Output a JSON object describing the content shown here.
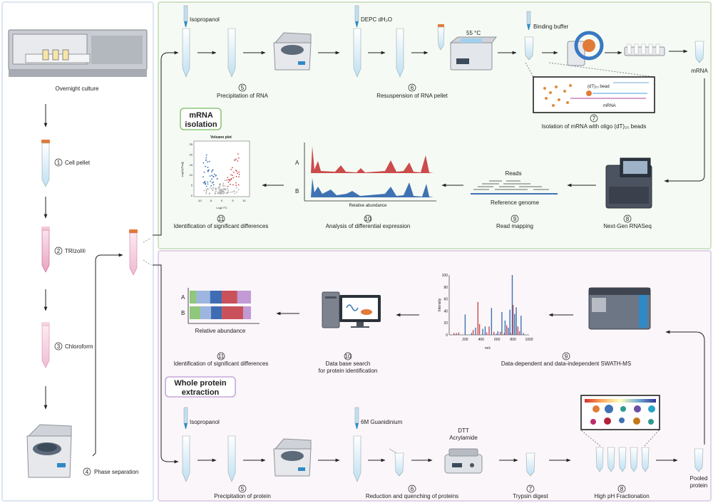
{
  "colors": {
    "mrna_panel_border": "#cfe3c6",
    "mrna_panel_bg": "#f5fbf4",
    "protein_panel_border": "#ded3ea",
    "protein_panel_bg": "#fbf6f9",
    "left_panel_border": "#dde6f2",
    "series_a": "#cc4b4b",
    "series_b": "#3e72b3",
    "tube": "#bfe0f3",
    "pink": "#f0b9cf",
    "cap": "#e07b39"
  },
  "left": {
    "overnight_culture": "Overnight culture",
    "step1_num": "1",
    "step1_label": "Cell pellet",
    "step2_num": "2",
    "step2_label": "TRIzol®",
    "step3_num": "3",
    "step3_label": "Chloroform",
    "step4_num": "4",
    "step4_label": "Phase separation"
  },
  "mrna": {
    "title_line1": "mRNA",
    "title_line2": "isolation",
    "isopropanol": "Isopropanol",
    "step5_num": "5",
    "step5_label": "Precipitation of RNA",
    "depc": "DEPC dH₂O",
    "step6_num": "6",
    "step6_label": "Resuspension of RNA pellet",
    "temp": "55 °C",
    "binding_buffer": "Binding buffer",
    "mrna_out": "mRNA",
    "inset_bead": "(dT)₂₅ bead",
    "inset_mrna": "mRNA",
    "step7_num": "7",
    "step7_label": "Isolation of mRNA with oligo (dT)₂₅ beads",
    "step8_num": "8",
    "step8_label": "Next-Gen RNASeq",
    "reads": "Reads",
    "reference_genome": "Reference genome",
    "step9_num": "9",
    "step9_label": "Read mapping",
    "track_a": "A",
    "track_b": "B",
    "relative_abundance": "Relative abundance",
    "step10_num": "10",
    "step10_label": "Analysis of differential expression",
    "volcano_title": "Volcano plot",
    "volcano_ylabel": "-log10(Padj)",
    "volcano_xlabel": "Log2 FC",
    "volcano_xticks": [
      "-10",
      "-5",
      "0",
      "5",
      "10"
    ],
    "volcano_yticks": [
      "0",
      "5",
      "10",
      "15",
      "20",
      "25"
    ],
    "step11_num": "11",
    "step11_label": "Identification of significant differences"
  },
  "protein": {
    "title_line1": "Whole protein",
    "title_line2": "extraction",
    "isopropanol": "Isopropanol",
    "step5_num": "5",
    "step5_label": "Precipitation of protein",
    "guanidinium": "6M Guanidinium",
    "dtt": "DTT",
    "acrylamide": "Acrylamide",
    "step6_num": "6",
    "step6_label": "Reduction and quenching of proteins",
    "step7_num": "7",
    "step7_label": "Trypsin digest",
    "step8_num": "8",
    "step8_label": "High pH Fractionation",
    "pooled_line1": "Pooled",
    "pooled_line2": "protein",
    "step9_num": "9",
    "step9_label": "Data-dependent and data-independent SWATH-MS",
    "step10_num": "10",
    "step10_label_line1": "Data base search",
    "step10_label_line2": "for protein identification",
    "bar_a": "A",
    "bar_b": "B",
    "relative_abundance": "Relative abundance",
    "step11_num": "11",
    "step11_label": "Identification of significant differences"
  },
  "chart_data": [
    {
      "type": "bar",
      "name": "mass spectrum",
      "xlabel": "m/z",
      "ylabel": "Intensity",
      "xlim": [
        0,
        1000
      ],
      "ylim": [
        0,
        100
      ],
      "xticks": [
        "200",
        "400",
        "600",
        "800",
        "1000"
      ],
      "yticks": [
        "0",
        "20",
        "40",
        "60",
        "80",
        "100"
      ],
      "series": [
        {
          "color": "#cc4b4b",
          "x": [
            60,
            120,
            300,
            360,
            380,
            470,
            500,
            560,
            640,
            690,
            720,
            770,
            800,
            860,
            880
          ],
          "values": [
            3,
            4,
            8,
            55,
            18,
            4,
            14,
            5,
            5,
            3,
            16,
            3,
            50,
            14,
            6
          ]
        },
        {
          "color": "#3e72b3",
          "x": [
            90,
            200,
            280,
            330,
            420,
            450,
            530,
            590,
            610,
            660,
            700,
            740,
            760,
            790,
            820,
            840,
            900,
            930
          ],
          "values": [
            3,
            34,
            3,
            12,
            10,
            14,
            45,
            2,
            6,
            38,
            24,
            12,
            42,
            100,
            35,
            46,
            32,
            3
          ]
        }
      ]
    },
    {
      "type": "bar",
      "name": "protein relative abundance",
      "categories": [
        "A",
        "B"
      ],
      "xlabel": "Relative abundance",
      "segments": {
        "A": [
          {
            "color": "#8fc77c",
            "value": 7
          },
          {
            "color": "#9db5e0",
            "value": 14
          },
          {
            "color": "#3e6db3",
            "value": 12
          },
          {
            "color": "#c9525a",
            "value": 16
          },
          {
            "color": "#c19ad6",
            "value": 14
          }
        ],
        "B": [
          {
            "color": "#8fc77c",
            "value": 11
          },
          {
            "color": "#9db5e0",
            "value": 11
          },
          {
            "color": "#3e6db3",
            "value": 11
          },
          {
            "color": "#c9525a",
            "value": 22
          },
          {
            "color": "#c19ad6",
            "value": 8
          }
        ]
      }
    }
  ]
}
